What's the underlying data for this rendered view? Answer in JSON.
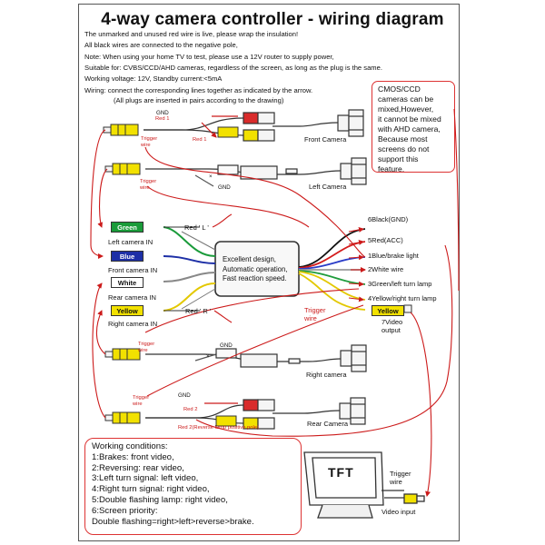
{
  "title": "4-way camera controller - wiring diagram",
  "notes": [
    "The unmarked and unused red wire is live, please wrap the insulation!",
    "All black wires are connected to the negative pole,",
    "Note: When using your home TV to test, please use a 12V router to supply power,",
    "Suitable for: CVBS/CCD/AHD cameras, regardless of the screen, as long as the plug is the same.",
    "Working voltage: 12V,         Standby current:<5mA",
    "Wiring: connect the corresponding lines together as indicated by the arrow.",
    "(All plugs are inserted in pairs according to the drawing)"
  ],
  "ccd_note": "CMOS/CCD\ncameras can be\nmixed,However,\nit cannot be mixed\nwith AHD camera,\nBecause most\nscreens do not\nsupport this\nfeature.",
  "cameras": {
    "front": "Front Camera",
    "left": "Left Camera",
    "right": "Right camera",
    "rear": "Rear Camera"
  },
  "small_labels": {
    "gnd": "GND",
    "red1": "Red 1",
    "trigger_wire": "Trigger\nwire",
    "red_l": "Red ' L '",
    "red_r": "Red ' R '",
    "red2": "Red 2",
    "red2_note": "Red 2(Reverse lamp positive pole)",
    "x": "×"
  },
  "inputs": [
    {
      "tag": "Green",
      "label": "Left camera IN",
      "color": "#1a9b3a",
      "text_color": "#ffffff"
    },
    {
      "tag": "Blue",
      "label": "Front camera IN",
      "color": "#1d2fa6",
      "text_color": "#ffffff"
    },
    {
      "tag": "White",
      "label": "Rear camera IN",
      "color": "#ffffff",
      "text_color": "#111111"
    },
    {
      "tag": "Yellow",
      "label": "Right camera IN",
      "color": "#f2e100",
      "text_color": "#111111"
    }
  ],
  "controller_text": "Excellent design,\nAutomatic operation,\nFast reaction speed.",
  "outputs": [
    {
      "label": "6Black(GND)",
      "color": "#111111"
    },
    {
      "label": "5Red(ACC)",
      "color": "#d41c1c"
    },
    {
      "label": "1Blue/brake light",
      "color": "#2a3cc8"
    },
    {
      "label": "2White wire",
      "color": "#999999"
    },
    {
      "label": "3Green/left turn lamp",
      "color": "#1f9c3c"
    },
    {
      "label": "4Yellow/right turn lamp",
      "color": "#e3c800"
    }
  ],
  "video_out": {
    "tag": "Yellow",
    "trigger": "Trigger\nwire",
    "label": "7Video\noutput"
  },
  "working_conditions": "Working conditions:\n1:Brakes: front video,\n2:Reversing: rear video,\n3:Left turn signal: left video,\n4:Right turn signal: right video,\n5:Double flashing lamp: right video,\n6:Screen priority:\nDouble flashing=right>left>reverse>brake.",
  "monitor": {
    "screen_text": "TFT",
    "trigger": "Trigger\nwire",
    "label": "Video input"
  }
}
